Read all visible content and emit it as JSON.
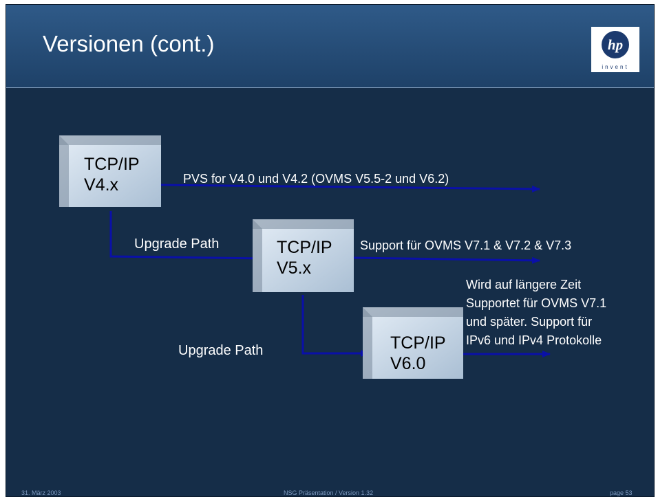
{
  "slide": {
    "title": "Versionen (cont.)",
    "logo": {
      "icon": "hp-invent-logo",
      "tagline": "invent"
    }
  },
  "boxes": [
    {
      "line1": "TCP/IP",
      "line2": "V4.x"
    },
    {
      "line1": "TCP/IP",
      "line2": "V5.x"
    },
    {
      "line1": "TCP/IP",
      "line2": "V6.0"
    }
  ],
  "arrow_labels": {
    "v4_support": "PVS for V4.0 und V4.2 (OVMS V5.5-2 und V6.2)",
    "v5_support": "Support für OVMS V7.1 & V7.2 & V7.3",
    "v6_support": [
      "Wird auf längere Zeit",
      "Supportet für OVMS V7.1",
      "und später. Support für",
      "IPv6 und IPv4 Protokolle"
    ],
    "upgrade_1": "Upgrade Path",
    "upgrade_2": "Upgrade Path"
  },
  "footer": {
    "date": "31. März 2003",
    "center": "NSG Präsentation / Version 1.32",
    "page": "page 53"
  },
  "colors": {
    "background": "#152d48",
    "header": "#2f5a88",
    "arrow": "#0a10a8",
    "box_front": "#c6d6e6",
    "text": "#ffffff"
  }
}
